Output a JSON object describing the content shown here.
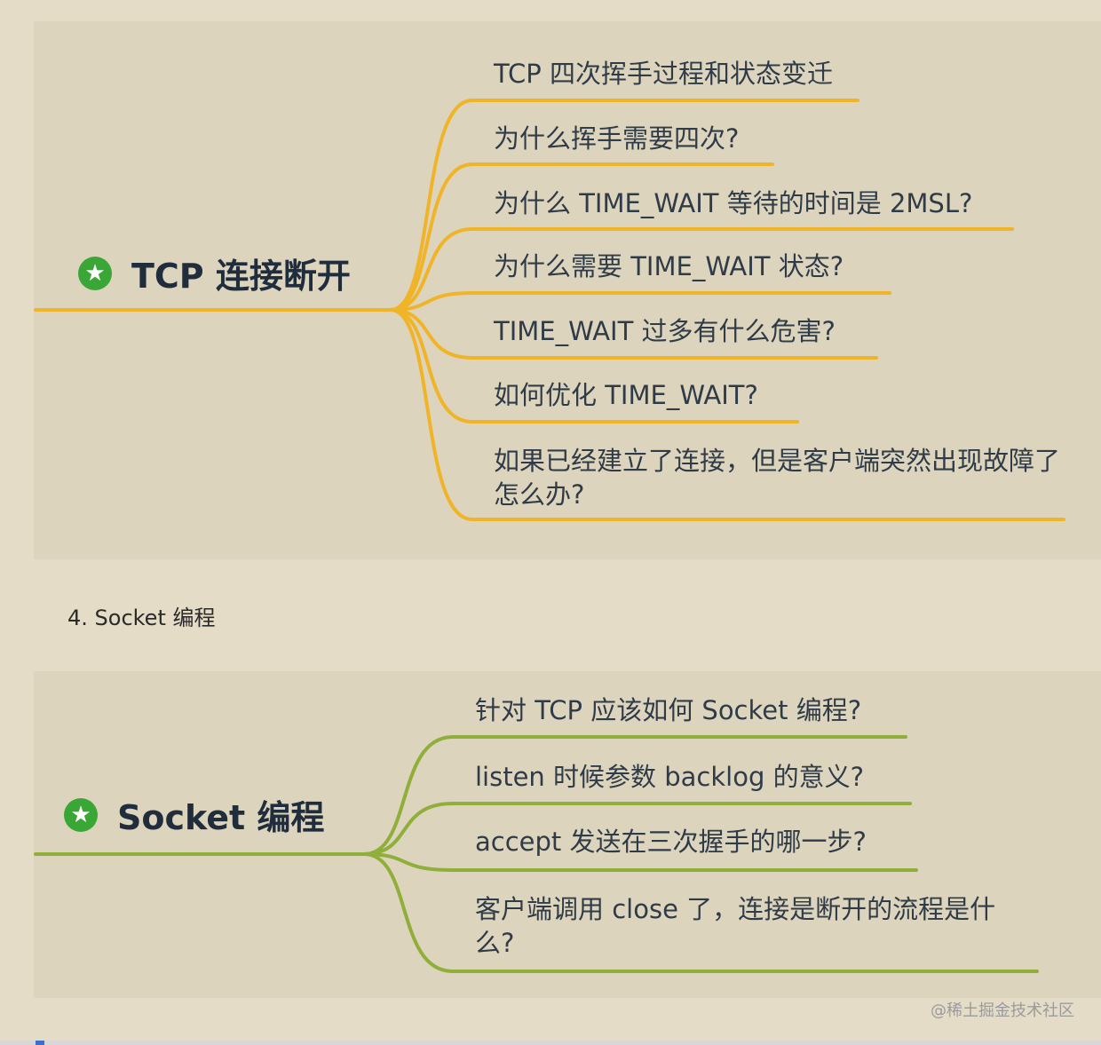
{
  "mindmap_tcp": {
    "root_label": "TCP 连接断开",
    "root_icon": "star-icon",
    "line_color": "#f0b429",
    "branches": [
      "TCP 四次挥手过程和状态变迁",
      "为什么挥手需要四次?",
      "为什么 TIME_WAIT 等待的时间是 2MSL?",
      "为什么需要 TIME_WAIT 状态?",
      "TIME_WAIT 过多有什么危害?",
      "如何优化 TIME_WAIT?",
      "如果已经建立了连接，但是客户端突然出现故障了怎么办?"
    ]
  },
  "section_heading": "4. Socket 编程",
  "mindmap_socket": {
    "root_label": "Socket 编程",
    "root_icon": "star-icon",
    "line_color": "#8faf3a",
    "branches": [
      "针对 TCP 应该如何 Socket 编程?",
      "listen 时候参数 backlog 的意义?",
      "accept 发送在三次握手的哪一步?",
      "客户端调用 close 了，连接是断开的流程是什么?"
    ]
  },
  "watermark": "@稀土掘金技术社区"
}
